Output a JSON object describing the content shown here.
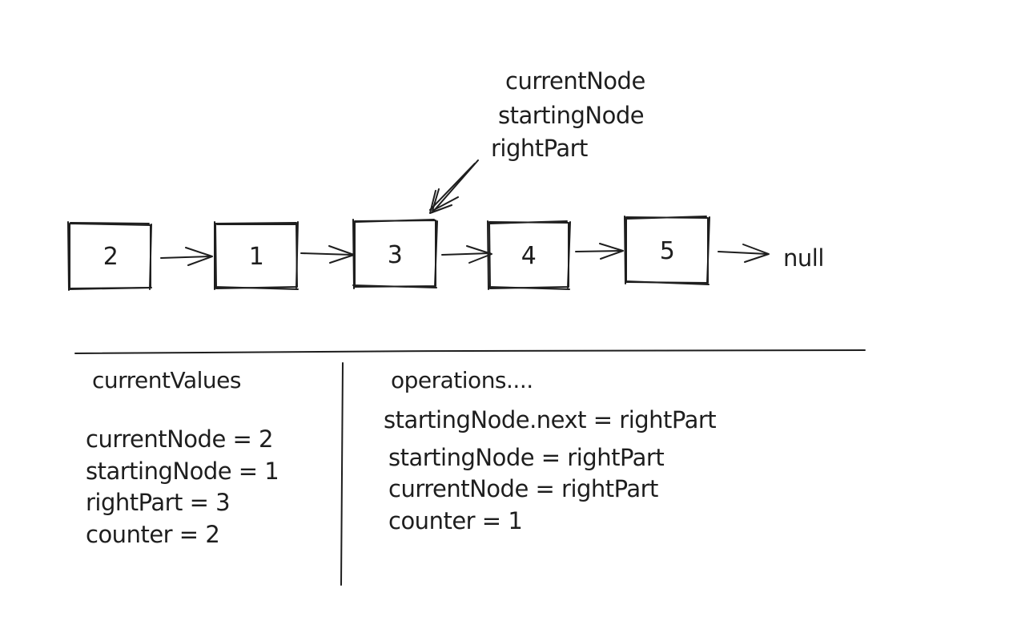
{
  "linked_list": {
    "nodes": [
      "2",
      "1",
      "3",
      "4",
      "5"
    ],
    "terminal": "null"
  },
  "pointer_labels": [
    "currentNode",
    "startingNode",
    "rightPart"
  ],
  "current_values": {
    "heading": "currentValues",
    "lines": [
      "currentNode = 2",
      "startingNode = 1",
      "rightPart = 3",
      "counter = 2"
    ]
  },
  "operations": {
    "heading": "operations....",
    "lines": [
      "startingNode.next = rightPart",
      "startingNode = rightPart",
      "currentNode = rightPart",
      "counter = 1"
    ]
  }
}
